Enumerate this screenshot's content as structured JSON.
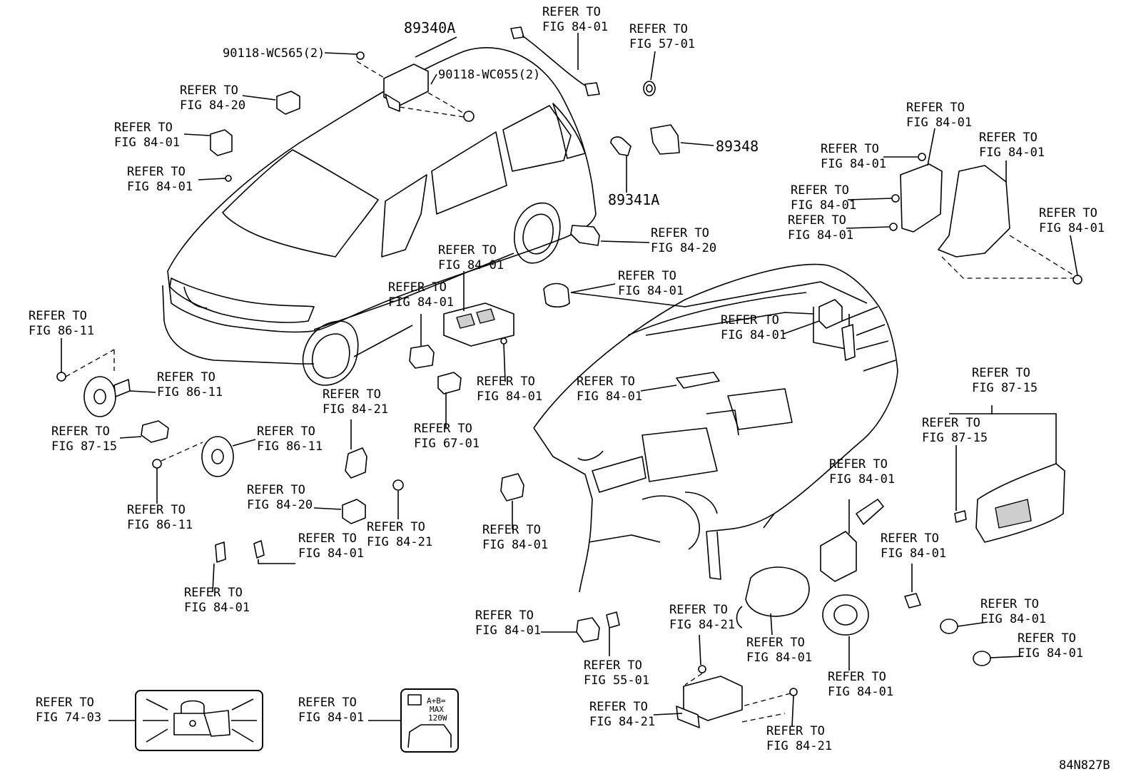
{
  "diagram": {
    "figure_code": "84N827B",
    "part_numbers": {
      "p89340A": "89340A",
      "p89341A": "89341A",
      "p89348": "89348",
      "bolt_wc565": "90118-WC565(2)",
      "bolt_wc055": "90118-WC055(2)"
    },
    "callouts": [
      {
        "id": "c01",
        "l1": "REFER TO",
        "l2": "FIG 84-01"
      },
      {
        "id": "c02",
        "l1": "REFER TO",
        "l2": "FIG 57-01"
      },
      {
        "id": "c03",
        "l1": "REFER TO",
        "l2": "FIG 84-20"
      },
      {
        "id": "c04",
        "l1": "REFER TO",
        "l2": "FIG 84-01"
      },
      {
        "id": "c05",
        "l1": "REFER TO",
        "l2": "FIG 84-01"
      },
      {
        "id": "c06",
        "l1": "REFER TO",
        "l2": "FIG 84-01"
      },
      {
        "id": "c07",
        "l1": "REFER TO",
        "l2": "FIG 84-01"
      },
      {
        "id": "c08",
        "l1": "REFER TO",
        "l2": "FIG 84-01"
      },
      {
        "id": "c09",
        "l1": "REFER TO",
        "l2": "FIG 84-01"
      },
      {
        "id": "c10",
        "l1": "REFER TO",
        "l2": "FIG 84-01"
      },
      {
        "id": "c11",
        "l1": "REFER TO",
        "l2": "FIG 84-01"
      },
      {
        "id": "c12",
        "l1": "REFER TO",
        "l2": "FIG 84-20"
      },
      {
        "id": "c13",
        "l1": "REFER TO",
        "l2": "FIG 84-01"
      },
      {
        "id": "c14",
        "l1": "REFER TO",
        "l2": "FIG 84-01"
      },
      {
        "id": "c15",
        "l1": "REFER TO",
        "l2": "FIG 84-01"
      },
      {
        "id": "c16",
        "l1": "REFER TO",
        "l2": "FIG 84-01"
      },
      {
        "id": "c17",
        "l1": "REFER TO",
        "l2": "FIG 86-11"
      },
      {
        "id": "c18",
        "l1": "REFER TO",
        "l2": "FIG 86-11"
      },
      {
        "id": "c19",
        "l1": "REFER TO",
        "l2": "FIG 84-01"
      },
      {
        "id": "c20",
        "l1": "REFER TO",
        "l2": "FIG 84-01"
      },
      {
        "id": "c21",
        "l1": "REFER TO",
        "l2": "FIG 87-15"
      },
      {
        "id": "c22",
        "l1": "REFER TO",
        "l2": "FIG 84-21"
      },
      {
        "id": "c23",
        "l1": "REFER TO",
        "l2": "FIG 87-15"
      },
      {
        "id": "c24",
        "l1": "REFER TO",
        "l2": "FIG 86-11"
      },
      {
        "id": "c25",
        "l1": "REFER TO",
        "l2": "FIG 87-15"
      },
      {
        "id": "c26",
        "l1": "REFER TO",
        "l2": "FIG 67-01"
      },
      {
        "id": "c27",
        "l1": "REFER TO",
        "l2": "FIG 84-01"
      },
      {
        "id": "c28",
        "l1": "REFER TO",
        "l2": "FIG 84-20"
      },
      {
        "id": "c29",
        "l1": "REFER TO",
        "l2": "FIG 86-11"
      },
      {
        "id": "c30",
        "l1": "REFER TO",
        "l2": "FIG 84-21"
      },
      {
        "id": "c31",
        "l1": "REFER TO",
        "l2": "FIG 84-01"
      },
      {
        "id": "c32",
        "l1": "REFER TO",
        "l2": "FIG 84-01"
      },
      {
        "id": "c33",
        "l1": "REFER TO",
        "l2": "FIG 84-01"
      },
      {
        "id": "c34",
        "l1": "REFER TO",
        "l2": "FIG 84-01"
      },
      {
        "id": "c35",
        "l1": "REFER TO",
        "l2": "FIG 84-01"
      },
      {
        "id": "c36",
        "l1": "REFER TO",
        "l2": "FIG 84-01"
      },
      {
        "id": "c37",
        "l1": "REFER TO",
        "l2": "FIG 84-21"
      },
      {
        "id": "c38",
        "l1": "REFER TO",
        "l2": "FIG 55-01"
      },
      {
        "id": "c39",
        "l1": "REFER TO",
        "l2": "FIG 84-01"
      },
      {
        "id": "c40",
        "l1": "REFER TO",
        "l2": "FIG 84-01"
      },
      {
        "id": "c41",
        "l1": "REFER TO",
        "l2": "FIG 84-01"
      },
      {
        "id": "c42",
        "l1": "REFER TO",
        "l2": "FIG 84-21"
      },
      {
        "id": "c43",
        "l1": "REFER TO",
        "l2": "FIG 84-21"
      },
      {
        "id": "c44",
        "l1": "REFER TO",
        "l2": "FIG 74-03"
      },
      {
        "id": "c45",
        "l1": "REFER TO",
        "l2": "FIG 84-01"
      }
    ],
    "power_label": {
      "l1": "A+B=",
      "l2": "MAX",
      "l3": "120W"
    }
  }
}
